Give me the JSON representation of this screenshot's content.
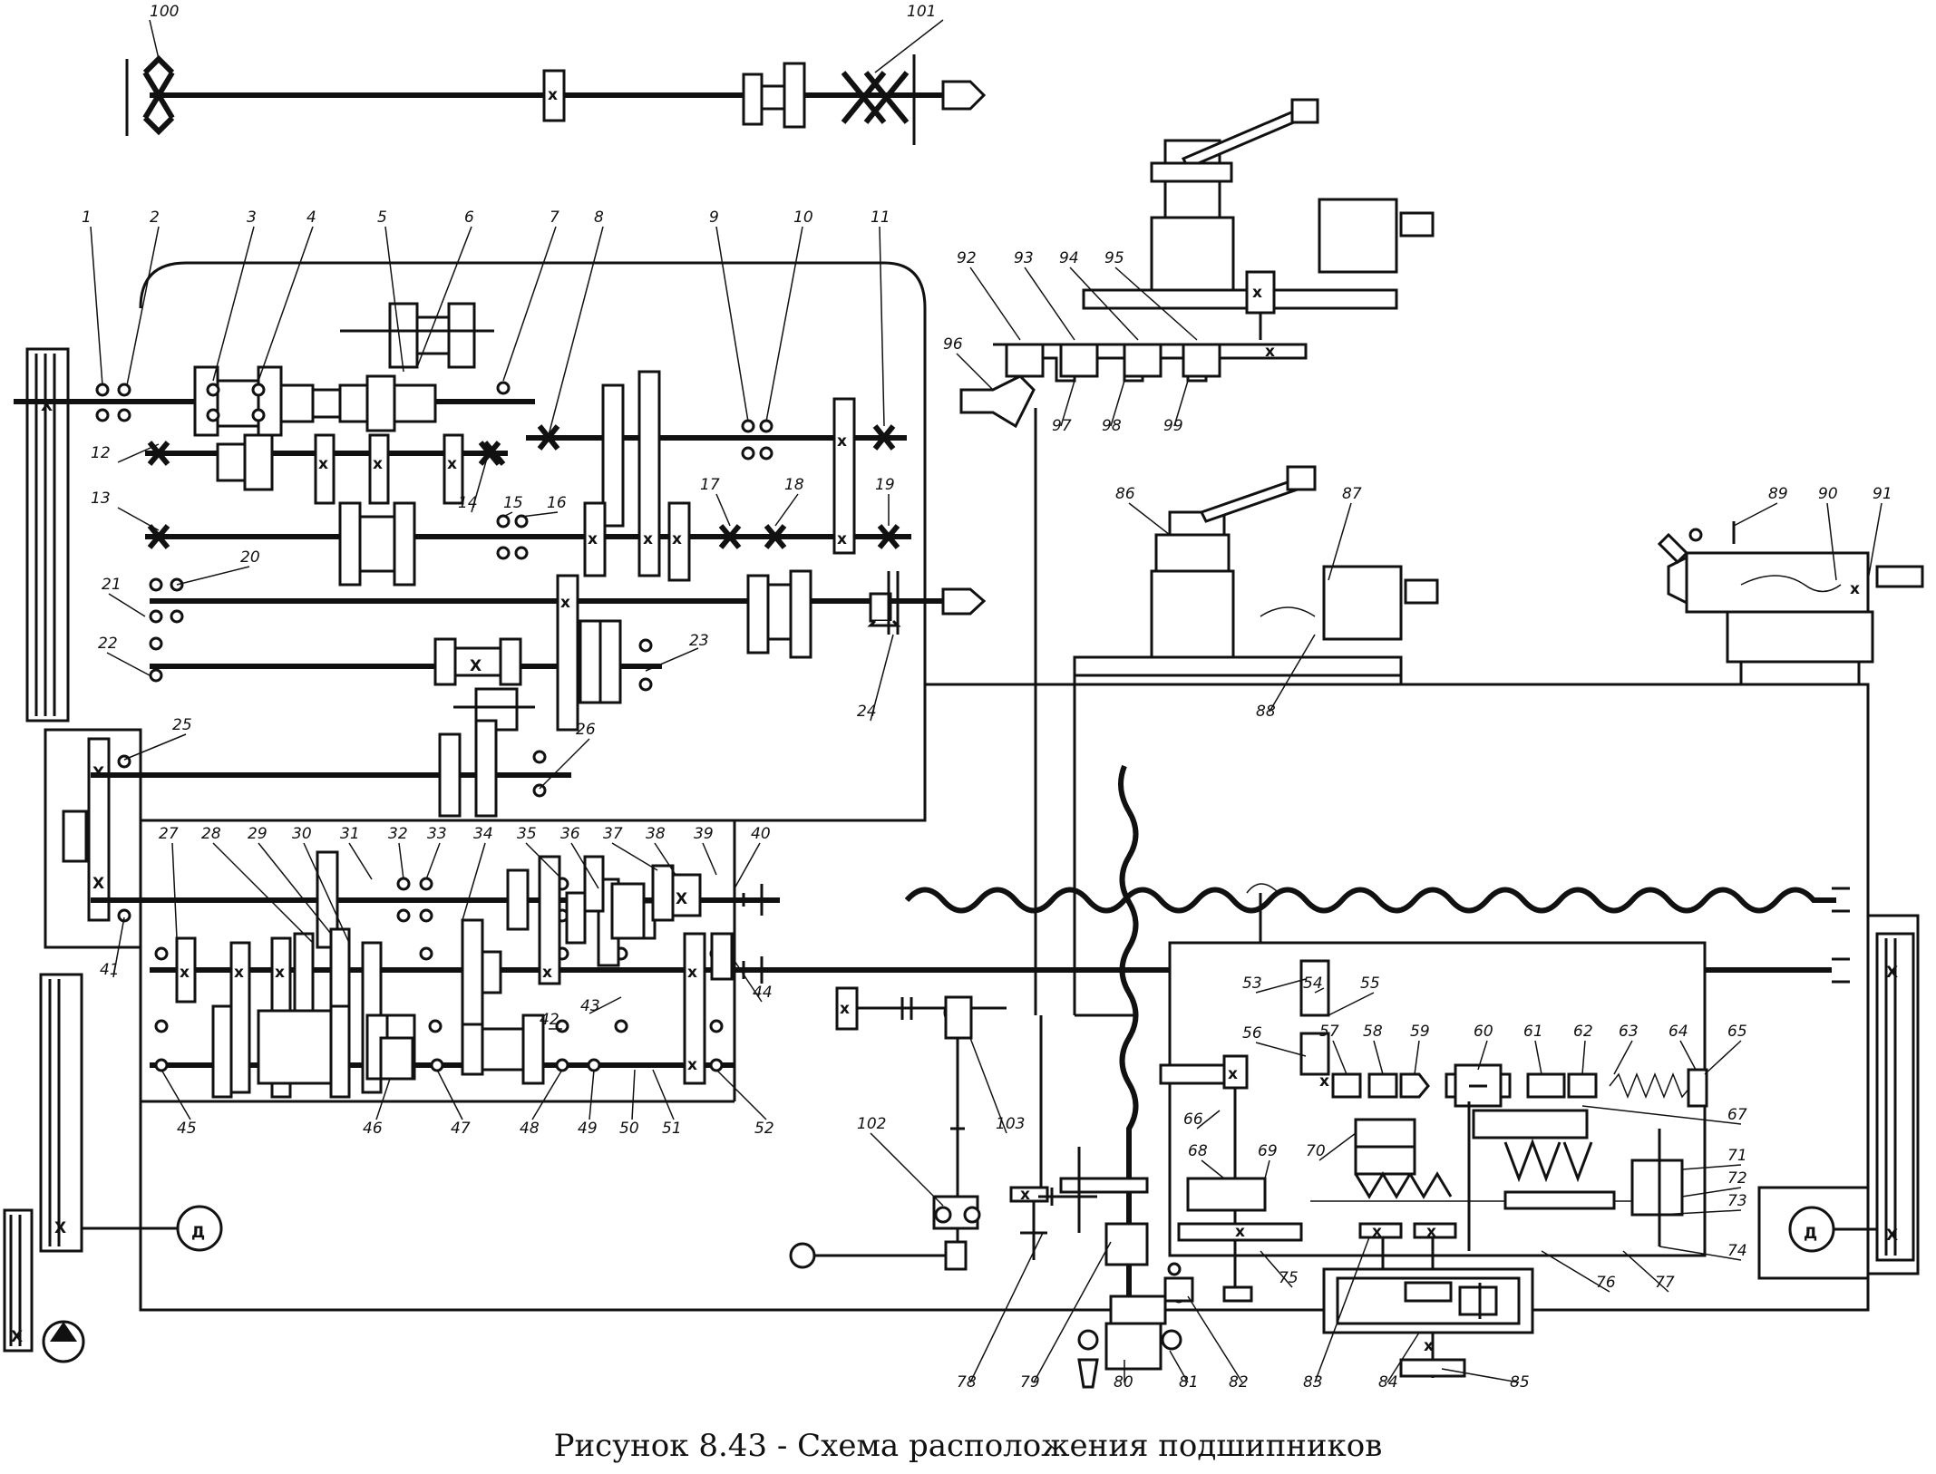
{
  "figure": {
    "caption": "Рисунок 8.43 - Схема расположения подшипников",
    "motor_symbol": "Д",
    "labels": [
      {
        "n": "100"
      },
      {
        "n": "101"
      },
      {
        "n": "1"
      },
      {
        "n": "2"
      },
      {
        "n": "3"
      },
      {
        "n": "4"
      },
      {
        "n": "5"
      },
      {
        "n": "6"
      },
      {
        "n": "7"
      },
      {
        "n": "8"
      },
      {
        "n": "9"
      },
      {
        "n": "10"
      },
      {
        "n": "11"
      },
      {
        "n": "12"
      },
      {
        "n": "13"
      },
      {
        "n": "14"
      },
      {
        "n": "15"
      },
      {
        "n": "16"
      },
      {
        "n": "17"
      },
      {
        "n": "18"
      },
      {
        "n": "19"
      },
      {
        "n": "20"
      },
      {
        "n": "21"
      },
      {
        "n": "22"
      },
      {
        "n": "23"
      },
      {
        "n": "24"
      },
      {
        "n": "25"
      },
      {
        "n": "26"
      },
      {
        "n": "27"
      },
      {
        "n": "28"
      },
      {
        "n": "29"
      },
      {
        "n": "30"
      },
      {
        "n": "31"
      },
      {
        "n": "32"
      },
      {
        "n": "33"
      },
      {
        "n": "34"
      },
      {
        "n": "35"
      },
      {
        "n": "36"
      },
      {
        "n": "37"
      },
      {
        "n": "38"
      },
      {
        "n": "39"
      },
      {
        "n": "40"
      },
      {
        "n": "41"
      },
      {
        "n": "42"
      },
      {
        "n": "43"
      },
      {
        "n": "44"
      },
      {
        "n": "45"
      },
      {
        "n": "46"
      },
      {
        "n": "47"
      },
      {
        "n": "48"
      },
      {
        "n": "49"
      },
      {
        "n": "50"
      },
      {
        "n": "51"
      },
      {
        "n": "52"
      },
      {
        "n": "53"
      },
      {
        "n": "54"
      },
      {
        "n": "55"
      },
      {
        "n": "56"
      },
      {
        "n": "57"
      },
      {
        "n": "58"
      },
      {
        "n": "59"
      },
      {
        "n": "60"
      },
      {
        "n": "61"
      },
      {
        "n": "62"
      },
      {
        "n": "63"
      },
      {
        "n": "64"
      },
      {
        "n": "65"
      },
      {
        "n": "66"
      },
      {
        "n": "67"
      },
      {
        "n": "68"
      },
      {
        "n": "69"
      },
      {
        "n": "70"
      },
      {
        "n": "71"
      },
      {
        "n": "72"
      },
      {
        "n": "73"
      },
      {
        "n": "74"
      },
      {
        "n": "75"
      },
      {
        "n": "76"
      },
      {
        "n": "77"
      },
      {
        "n": "78"
      },
      {
        "n": "79"
      },
      {
        "n": "80"
      },
      {
        "n": "81"
      },
      {
        "n": "82"
      },
      {
        "n": "83"
      },
      {
        "n": "84"
      },
      {
        "n": "85"
      },
      {
        "n": "86"
      },
      {
        "n": "87"
      },
      {
        "n": "88"
      },
      {
        "n": "89"
      },
      {
        "n": "90"
      },
      {
        "n": "91"
      },
      {
        "n": "92"
      },
      {
        "n": "93"
      },
      {
        "n": "94"
      },
      {
        "n": "95"
      },
      {
        "n": "96"
      },
      {
        "n": "97"
      },
      {
        "n": "98"
      },
      {
        "n": "99"
      },
      {
        "n": "102"
      },
      {
        "n": "103"
      }
    ]
  }
}
